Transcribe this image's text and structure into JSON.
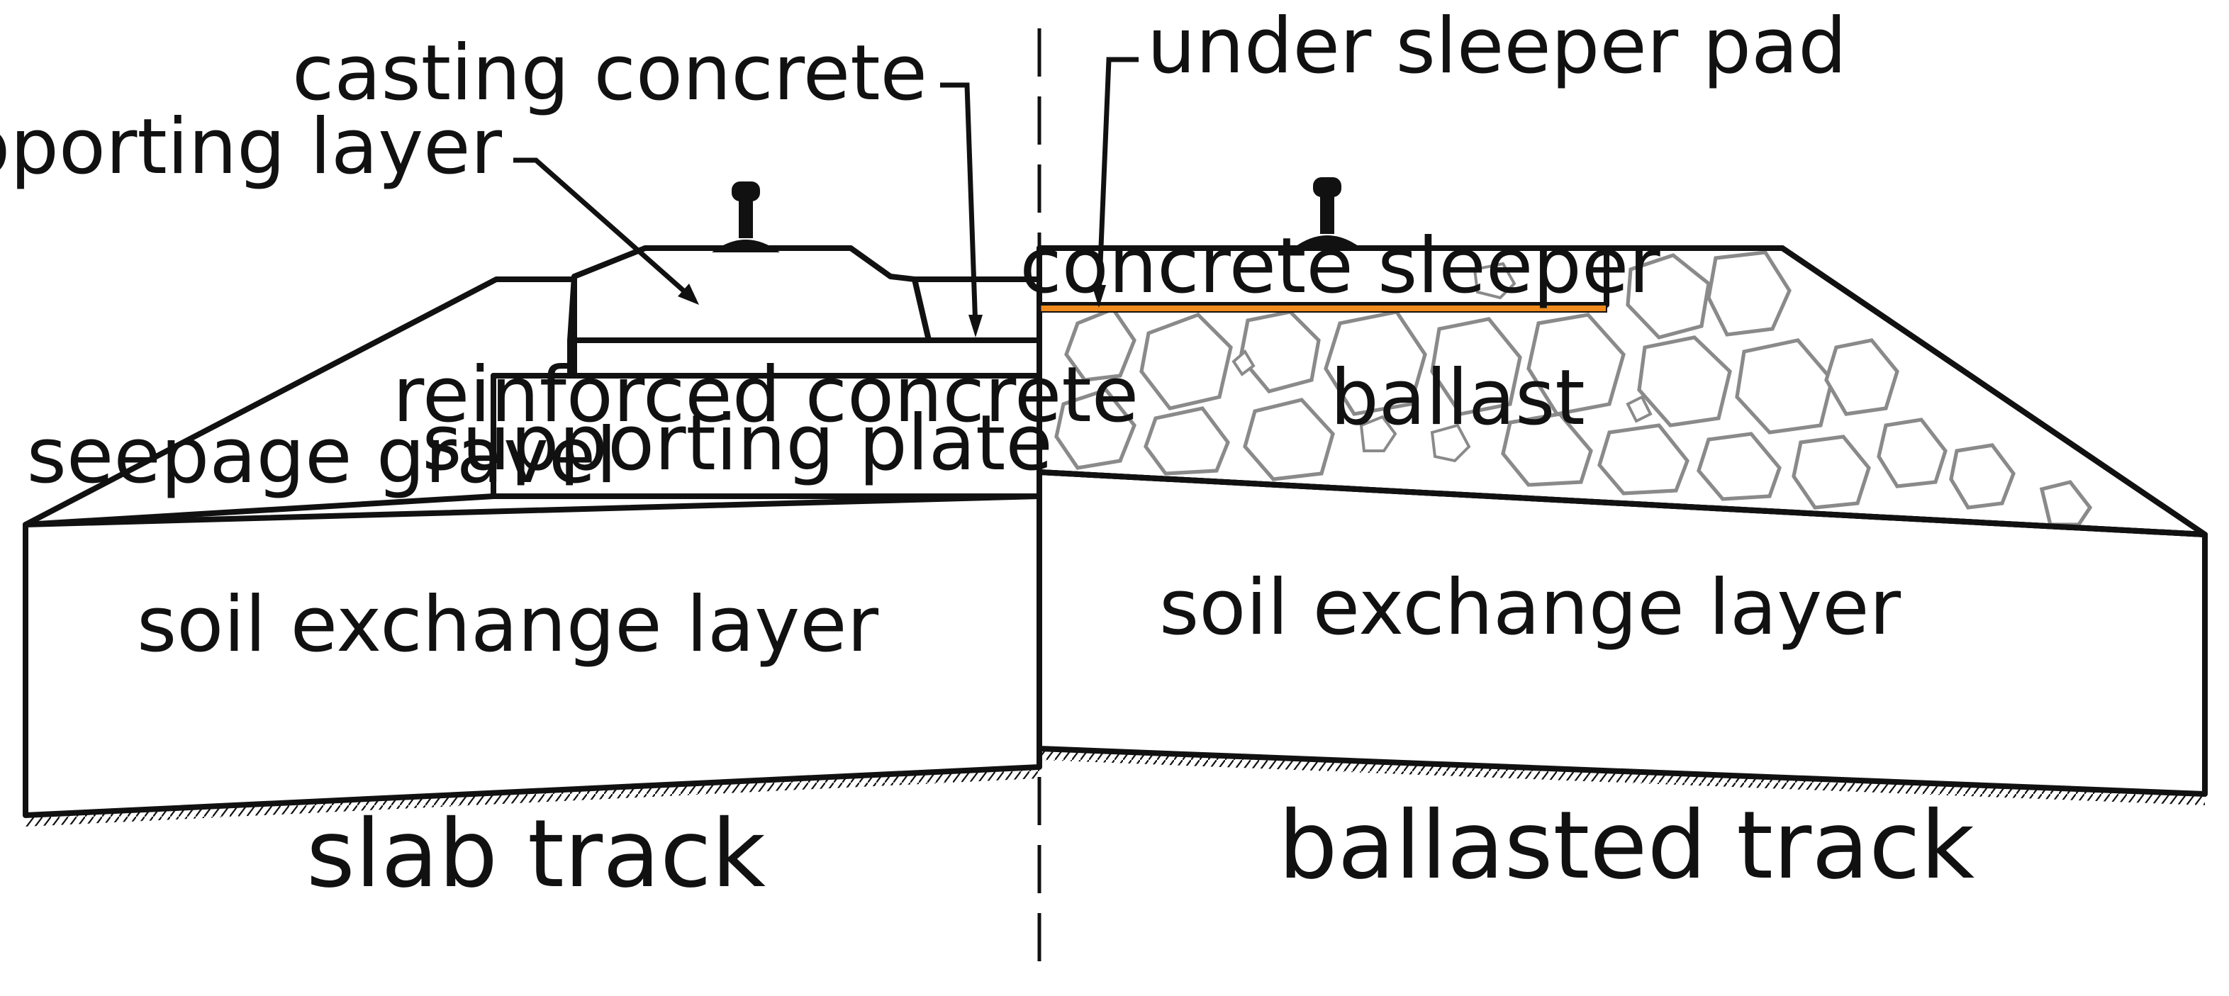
{
  "labels": {
    "casting_concrete": "casting concrete",
    "under_sleeper_pad": "under sleeper pad",
    "track_supporting_layer": "track supporting layer",
    "concrete_sleeper": "concrete sleeper",
    "reinforced_concrete_line1": "reinforced concrete",
    "reinforced_concrete_line2": "supporting plate",
    "ballast": "ballast",
    "seepage_gravel": "seepage gravel",
    "soil_exchange_left": "soil exchange layer",
    "soil_exchange_right": "soil exchange layer"
  },
  "captions": {
    "left": "slab track",
    "right": "ballasted track"
  },
  "colors": {
    "outline": "#111111",
    "soil_hatch": "#b8865a",
    "stone_stroke": "#8a8a8a",
    "under_sleeper_pad": "#f08a1c"
  }
}
